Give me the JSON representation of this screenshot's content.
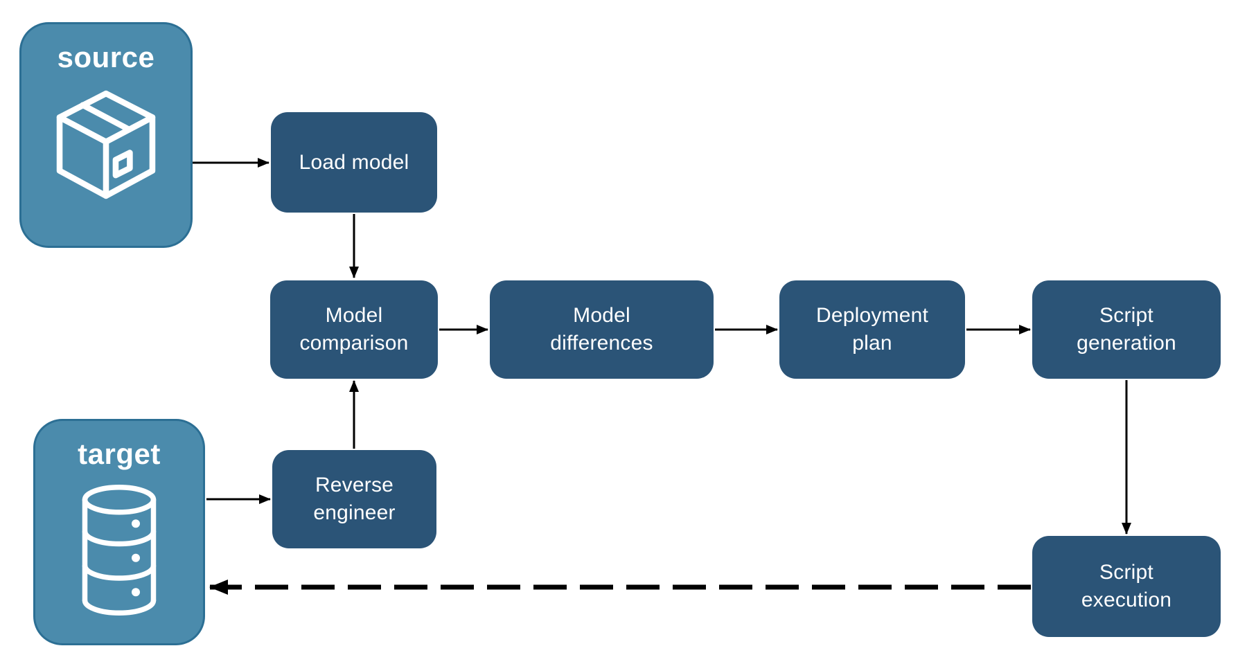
{
  "diagram_title": "",
  "colors": {
    "node_fill": "#2B5477",
    "node_text": "#FFFFFF",
    "chip_fill": "#4B8BAC",
    "chip_border": "#2C6F94",
    "arrow": "#000000",
    "background": "#FFFFFF"
  },
  "chips": {
    "source": {
      "label": "source",
      "icon": "package-icon"
    },
    "target": {
      "label": "target",
      "icon": "database-icon"
    }
  },
  "nodes": {
    "load_model": {
      "label": "Load model"
    },
    "model_comparison": {
      "label": "Model\ncomparison"
    },
    "model_differences": {
      "label": "Model\ndifferences"
    },
    "deployment_plan": {
      "label": "Deployment\nplan"
    },
    "script_generation": {
      "label": "Script\ngeneration"
    },
    "script_execution": {
      "label": "Script\nexecution"
    },
    "reverse_engineer": {
      "label": "Reverse\nengineer"
    }
  },
  "edges": [
    {
      "from": "source",
      "to": "load_model",
      "style": "solid"
    },
    {
      "from": "load_model",
      "to": "model_comparison",
      "style": "solid"
    },
    {
      "from": "model_comparison",
      "to": "model_differences",
      "style": "solid"
    },
    {
      "from": "model_differences",
      "to": "deployment_plan",
      "style": "solid"
    },
    {
      "from": "deployment_plan",
      "to": "script_generation",
      "style": "solid"
    },
    {
      "from": "script_generation",
      "to": "script_execution",
      "style": "solid"
    },
    {
      "from": "target",
      "to": "reverse_engineer",
      "style": "solid"
    },
    {
      "from": "reverse_engineer",
      "to": "model_comparison",
      "style": "solid"
    },
    {
      "from": "script_execution",
      "to": "target",
      "style": "dashed"
    }
  ]
}
